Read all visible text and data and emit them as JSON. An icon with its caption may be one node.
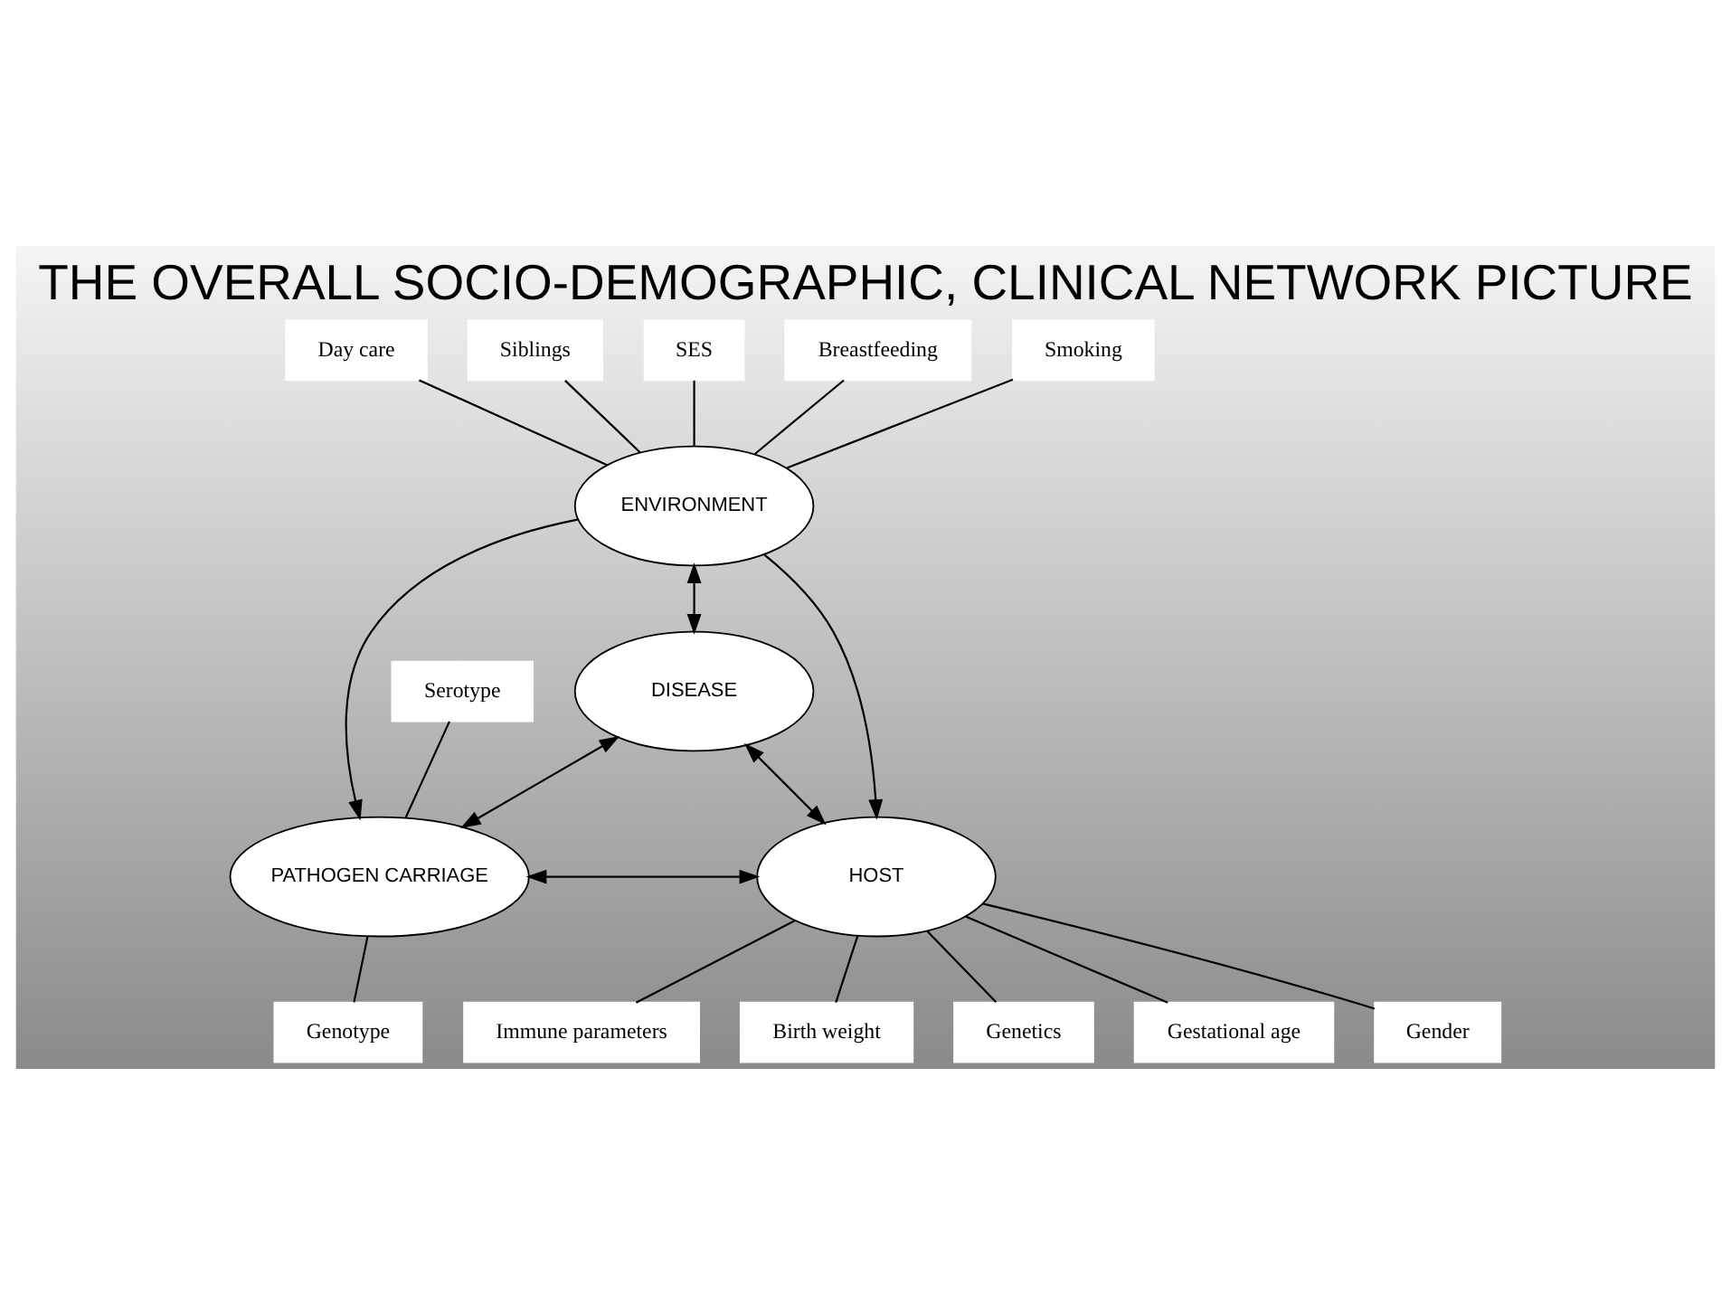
{
  "diagram": {
    "title": "THE OVERALL SOCIO-DEMOGRAPHIC, CLINICAL NETWORK PICTURE",
    "nodes": [
      {
        "text": [
          "Day care"
        ]
      },
      {
        "text": [
          "Siblings"
        ]
      },
      {
        "text": [
          "SES"
        ]
      },
      {
        "text": [
          "Breastfeeding"
        ]
      },
      {
        "text": [
          "Smoking"
        ]
      },
      {
        "text": [
          "ENVIRONMENT"
        ]
      },
      {
        "text": [
          "DISEASE"
        ]
      },
      {
        "text": [
          "Serotype"
        ]
      },
      {
        "text": [
          "PATHOGEN CARRIAGE"
        ]
      },
      {
        "text": [
          "HOST"
        ]
      },
      {
        "text": [
          "Immune parameters"
        ]
      },
      {
        "text": [
          "Genotype"
        ]
      },
      {
        "text": [
          "Birth weight"
        ]
      },
      {
        "text": [
          "Genetics"
        ]
      },
      {
        "text": [
          "Gestational age"
        ]
      },
      {
        "text": [
          "Gender"
        ]
      }
    ],
    "edges": [
      {
        "from": 0,
        "to": 5,
        "arrow": "none"
      },
      {
        "from": 1,
        "to": 5,
        "arrow": "none"
      },
      {
        "from": 2,
        "to": 5,
        "arrow": "none"
      },
      {
        "from": 3,
        "to": 5,
        "arrow": "none"
      },
      {
        "from": 4,
        "to": 5,
        "arrow": "none"
      },
      {
        "from": 5,
        "to": 6,
        "arrow": "both"
      },
      {
        "from": 5,
        "to": 8,
        "arrow": "to"
      },
      {
        "from": 5,
        "to": 9,
        "arrow": "to"
      },
      {
        "from": 7,
        "to": 8,
        "arrow": "none"
      },
      {
        "from": 6,
        "to": 8,
        "arrow": "both"
      },
      {
        "from": 6,
        "to": 9,
        "arrow": "both"
      },
      {
        "from": 8,
        "to": 9,
        "arrow": "both"
      },
      {
        "from": 9,
        "to": 10,
        "arrow": "none"
      },
      {
        "from": 11,
        "to": 8,
        "arrow": "none"
      },
      {
        "from": 9,
        "to": 12,
        "arrow": "none"
      },
      {
        "from": 9,
        "to": 13,
        "arrow": "none"
      },
      {
        "from": 9,
        "to": 14,
        "arrow": "none"
      },
      {
        "from": 9,
        "to": 15,
        "arrow": "none"
      }
    ]
  }
}
